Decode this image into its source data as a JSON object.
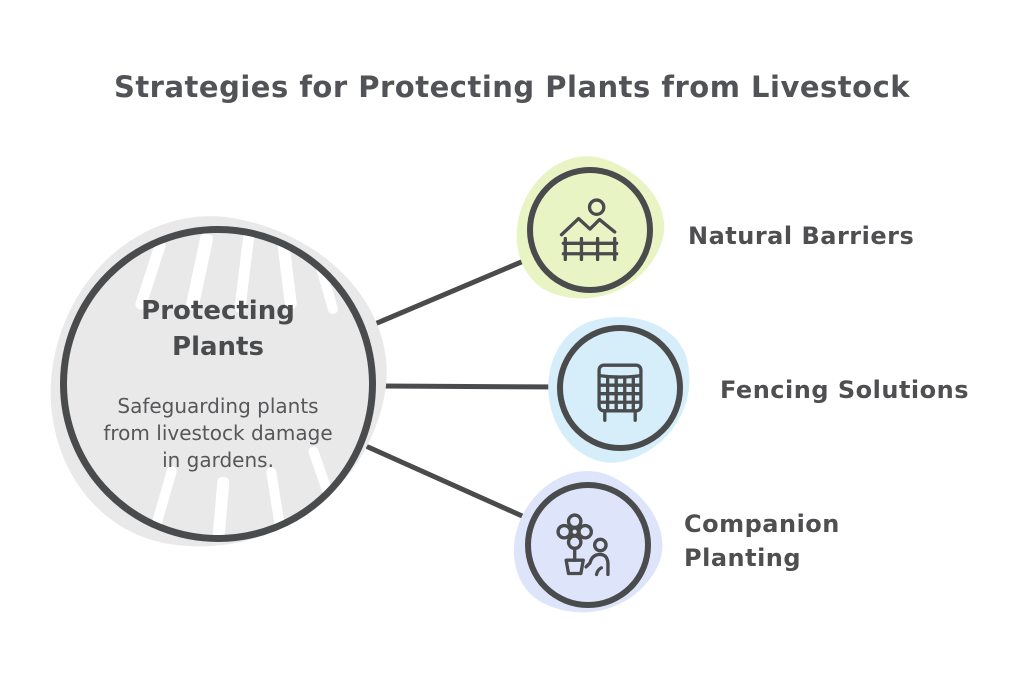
{
  "title": "Strategies for Protecting Plants from Livestock",
  "center": {
    "title": "Protecting Plants",
    "description": "Safeguarding plants from livestock damage in gardens.",
    "fill": "#e9e9ea"
  },
  "nodes": [
    {
      "label": "Natural Barriers",
      "icon": "landscape-fence-icon",
      "fill": "#e9f4c5"
    },
    {
      "label": "Fencing Solutions",
      "icon": "fence-panel-icon",
      "fill": "#d6eefa"
    },
    {
      "label": "Companion Planting",
      "icon": "flower-gardener-icon",
      "fill": "#dee4fa"
    }
  ],
  "colors": {
    "background": "#ffffff",
    "stroke": "#4a4b4d",
    "text": "#4f5052"
  }
}
